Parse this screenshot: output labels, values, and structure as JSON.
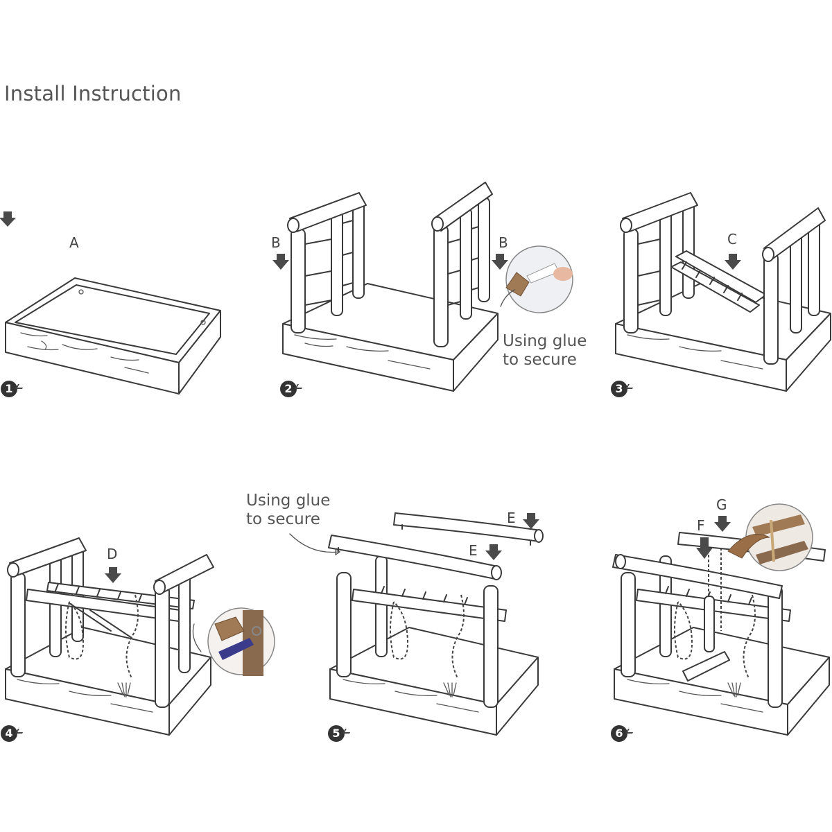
{
  "title": "Install Instruction",
  "steps": [
    {
      "number": "1",
      "parts": [
        "A"
      ]
    },
    {
      "number": "2",
      "parts": [
        "B",
        "B"
      ],
      "note_lines": [
        "Using glue",
        "to secure"
      ]
    },
    {
      "number": "3",
      "parts": [
        "C"
      ]
    },
    {
      "number": "4",
      "parts": [
        "D"
      ]
    },
    {
      "number": "5",
      "parts": [
        "E",
        "E"
      ],
      "note_lines": [
        "Using glue",
        "to secure"
      ]
    },
    {
      "number": "6",
      "parts": [
        "F",
        "G"
      ]
    }
  ],
  "colors": {
    "line": "#3a3a3a",
    "arrow": "#4a4a4a",
    "text": "#555555",
    "wood": "#a07a55",
    "strap": "#3b3b8c"
  },
  "icons": [
    "down-arrow-icon",
    "glue-detail-icon",
    "hook-detail-icon",
    "clip-detail-icon"
  ]
}
